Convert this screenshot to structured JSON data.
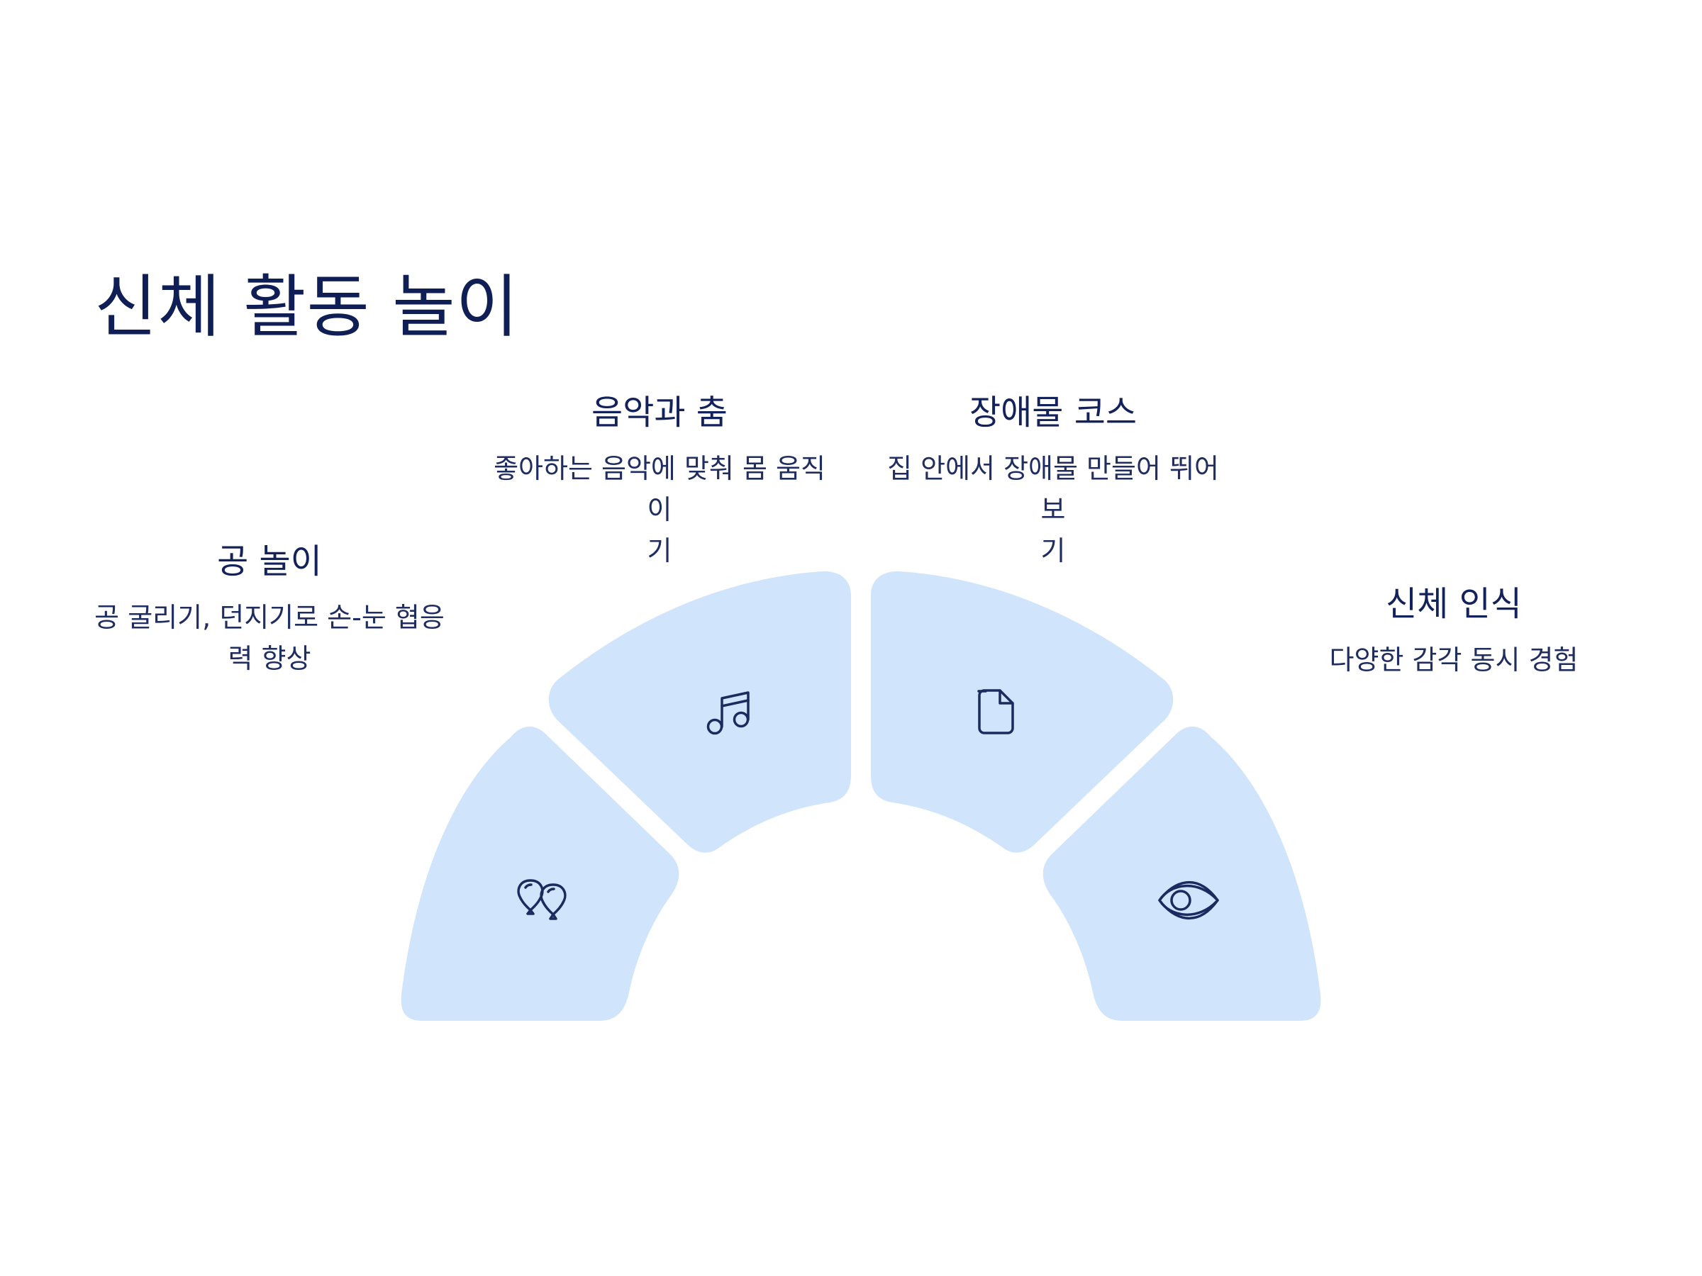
{
  "title": "신체 활동 놀이",
  "colors": {
    "segment_fill": "#d0e4fb",
    "text_dark": "#13225a",
    "icon_stroke": "#1b2b5f"
  },
  "segments": [
    {
      "title": "공 놀이",
      "desc_line1": "공 굴리기, 던지기로 손-눈 협응",
      "desc_line2": "력 향상",
      "icon": "balloons-icon"
    },
    {
      "title": "음악과 춤",
      "desc_line1": "좋아하는 음악에 맞춰 몸 움직이",
      "desc_line2": "기",
      "icon": "music-note-icon"
    },
    {
      "title": "장애물 코스",
      "desc_line1": "집 안에서 장애물 만들어 뛰어보",
      "desc_line2": "기",
      "icon": "document-icon"
    },
    {
      "title": "신체 인식",
      "desc_line1": "다양한 감각 동시 경험",
      "desc_line2": "",
      "icon": "eye-icon"
    }
  ]
}
